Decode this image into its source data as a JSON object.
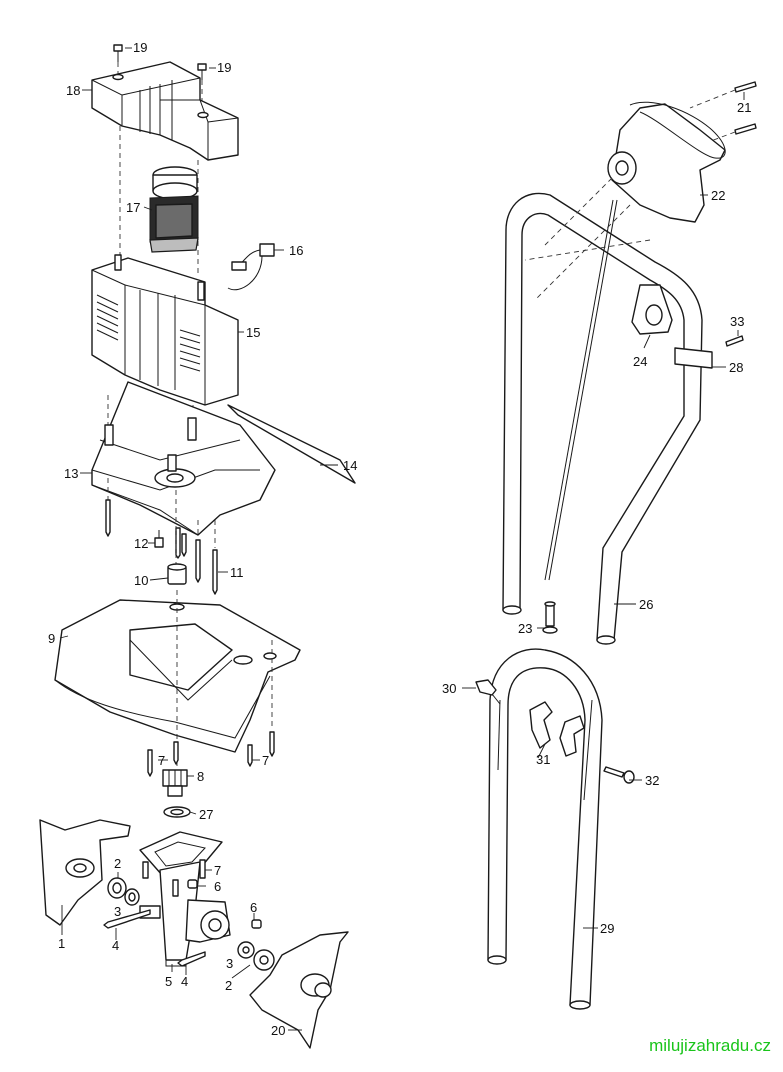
{
  "watermark": "milujizahradu.cz",
  "colors": {
    "watermark": "#19c41a",
    "line": "#1a1a1a"
  },
  "labels": {
    "p1": "1",
    "p2a": "2",
    "p2b": "2",
    "p3a": "3",
    "p3b": "3",
    "p4a": "4",
    "p4b": "4",
    "p5": "5",
    "p6a": "6",
    "p6b": "6",
    "p7a": "7",
    "p7b": "7",
    "p7c": "7",
    "p8": "8",
    "p9": "9",
    "p10": "10",
    "p11": "11",
    "p12": "12",
    "p13": "13",
    "p14": "14",
    "p15": "15",
    "p16": "16",
    "p17": "17",
    "p18": "18",
    "p19a": "19",
    "p19b": "19",
    "p20": "20",
    "p21": "21",
    "p22": "22",
    "p23": "23",
    "p24": "24",
    "p26": "26",
    "p27": "27",
    "p28": "28",
    "p29": "29",
    "p30": "30",
    "p31": "31",
    "p32": "32",
    "p33": "33"
  }
}
